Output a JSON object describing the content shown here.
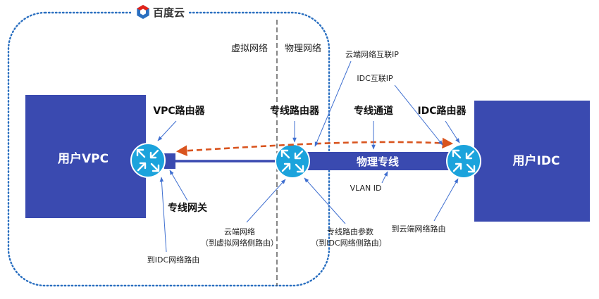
{
  "brand": {
    "name": "百度云"
  },
  "zones": {
    "virtual": "虚拟网络",
    "physical": "物理网络"
  },
  "boxes": {
    "user_vpc": "用户VPC",
    "user_idc": "用户IDC"
  },
  "link": {
    "label": "物理专线"
  },
  "labels": {
    "vpc_router": "VPC路由器",
    "dl_router": "专线路由器",
    "dl_channel": "专线通道",
    "idc_router": "IDC路由器",
    "dl_gateway": "专线网关",
    "cloud_interconnect_ip": "云端网络互联IP",
    "idc_interconnect_ip": "IDC互联IP",
    "vlan_id": "VLAN ID",
    "cloud_net": "云端网络",
    "cloud_net_sub": "（到虚拟网络侧路由）",
    "dl_router_params": "专线路由参数",
    "dl_router_params_sub": "（到IDC网络侧路由）",
    "to_idc_route": "到IDC网络路由",
    "to_cloud_route": "到云端网络路由"
  },
  "colors": {
    "box_blue": "#3a4ab0",
    "router_cyan": "#1ba3dc",
    "zone_border": "#2a6fc0",
    "dash_arrow": "#d9541e",
    "pointer": "#3f6fd0"
  },
  "icons": {
    "brand": "baidu-cloud-logo-icon",
    "router": "router-icon"
  }
}
